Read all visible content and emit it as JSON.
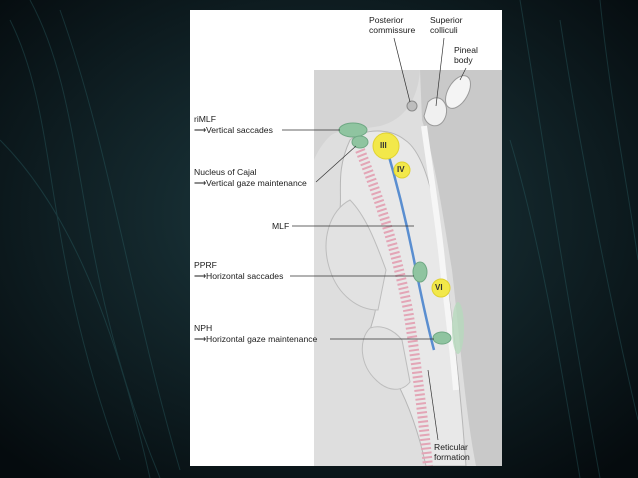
{
  "colors": {
    "slide_background": "#0a1419",
    "figure_background": "#ffffff",
    "tissue": "#dcdcdc",
    "tissue_dark": "#c4c4c4",
    "nucleus_green": "#8fc4a0",
    "cranial_nuclei_yellow": "#f2e84a",
    "mlf_blue": "#5a8ed0",
    "reticular_pink": "#e3a5b6"
  },
  "labels": {
    "posterior_commissure": "Posterior\ncommissure",
    "superior_colliculi": "Superior\ncolliculi",
    "pineal_body": "Pineal\nbody",
    "rimlf": "riMLF",
    "rimlf_function": "Vertical saccades",
    "cajal": "Nucleus of Cajal",
    "cajal_function": "Vertical gaze maintenance",
    "mlf": "MLF",
    "pprf": "PPRF",
    "pprf_function": "Horizontal saccades",
    "nph": "NPH",
    "nph_function": "Horizontal gaze maintenance",
    "reticular_formation": "Reticular\nformation"
  },
  "nuclei": {
    "oculomotor": "III",
    "trochlear": "IV",
    "abducens": "VI"
  },
  "icons": {
    "pointer_arrow": "right-arrow-icon"
  }
}
